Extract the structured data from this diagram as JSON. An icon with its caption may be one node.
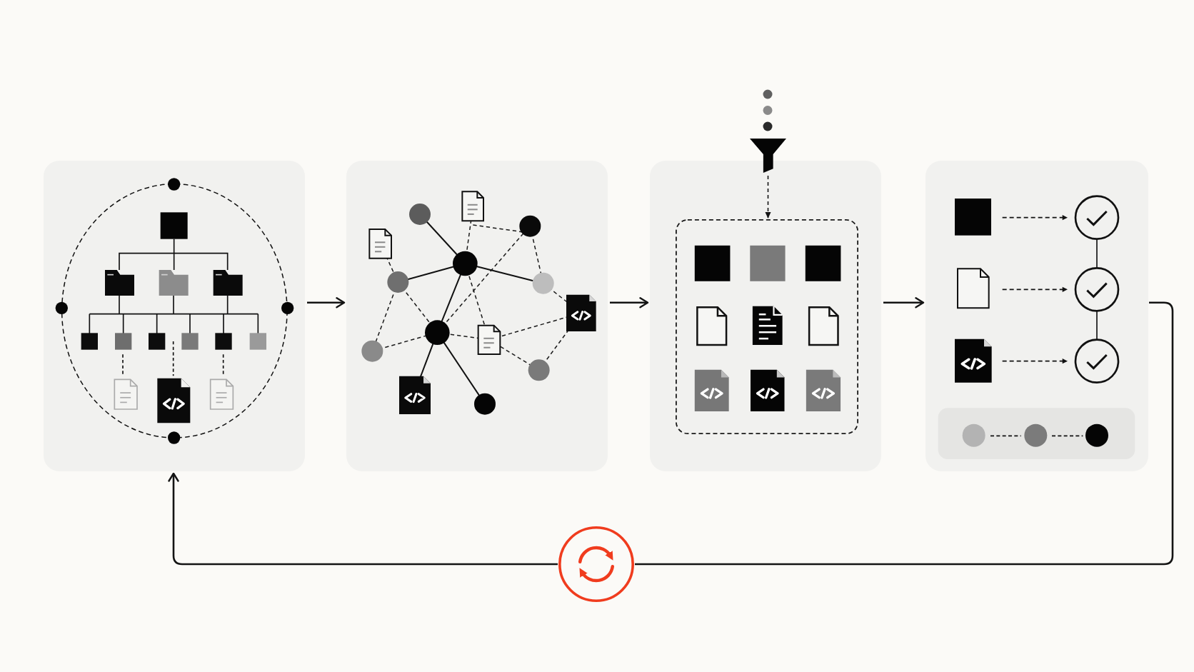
{
  "diagram": {
    "nodes": [
      {
        "text": [],
        "shape": "box"
      },
      {
        "text": [],
        "shape": "box"
      },
      {
        "text": [],
        "shape": "funnel"
      },
      {
        "text": [],
        "shape": "box"
      },
      {
        "text": [],
        "shape": "box",
        "in": 3
      },
      {
        "text": [],
        "shape": "box"
      },
      {
        "text": [],
        "shape": "circle"
      }
    ],
    "edges": [
      {
        "from": 0,
        "to": 1,
        "arrow": "to"
      },
      {
        "from": 1,
        "to": 3,
        "arrow": "to"
      },
      {
        "from": 2,
        "to": 4,
        "arrow": "to",
        "style": "dashed"
      },
      {
        "from": 3,
        "to": 5,
        "arrow": "to"
      },
      {
        "from": 5,
        "to": 6,
        "arrow": "none"
      },
      {
        "from": 6,
        "to": 0,
        "arrow": "to"
      }
    ]
  }
}
